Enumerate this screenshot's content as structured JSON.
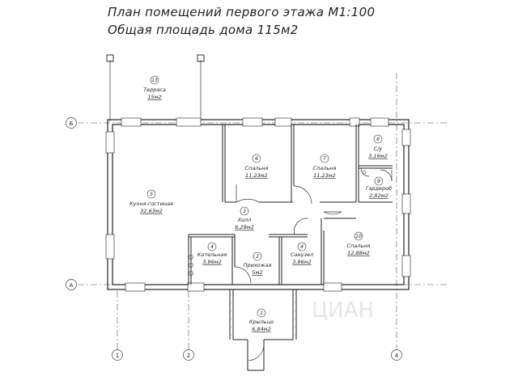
{
  "title_line1": "План помещений первого этажа М1:100",
  "title_line2": "Общая площадь дома 115м2",
  "axes": {
    "row_b": "Б",
    "row_a": "А",
    "col_1": "1",
    "col_2": "2",
    "col_4": "4"
  },
  "rooms": [
    {
      "num": "13",
      "name": "Терраса",
      "area": "15м2"
    },
    {
      "num": "5",
      "name": "Кухня-гостиная",
      "area": "32,63м2"
    },
    {
      "num": "6",
      "name": "Спальня",
      "area": "11,23м2"
    },
    {
      "num": "7",
      "name": "Спальня",
      "area": "11,23м2"
    },
    {
      "num": "8",
      "name": "С/у",
      "area": "3,16м2"
    },
    {
      "num": "9",
      "name": "Гардероб",
      "area": "2,82м2"
    },
    {
      "num": "3",
      "name": "Холл",
      "area": "6,29м2"
    },
    {
      "num": "4",
      "name": "Котельная",
      "area": "3,96м2"
    },
    {
      "num": "2",
      "name": "Прихожая",
      "area": "5м2"
    },
    {
      "num": "4",
      "name": "Санузел",
      "area": "3,96м2"
    },
    {
      "num": "10",
      "name": "Спальня",
      "area": "12,88м2"
    },
    {
      "num": "1",
      "name": "Крыльцо",
      "area": "6,84м2"
    }
  ],
  "watermark": "ЦИАН"
}
